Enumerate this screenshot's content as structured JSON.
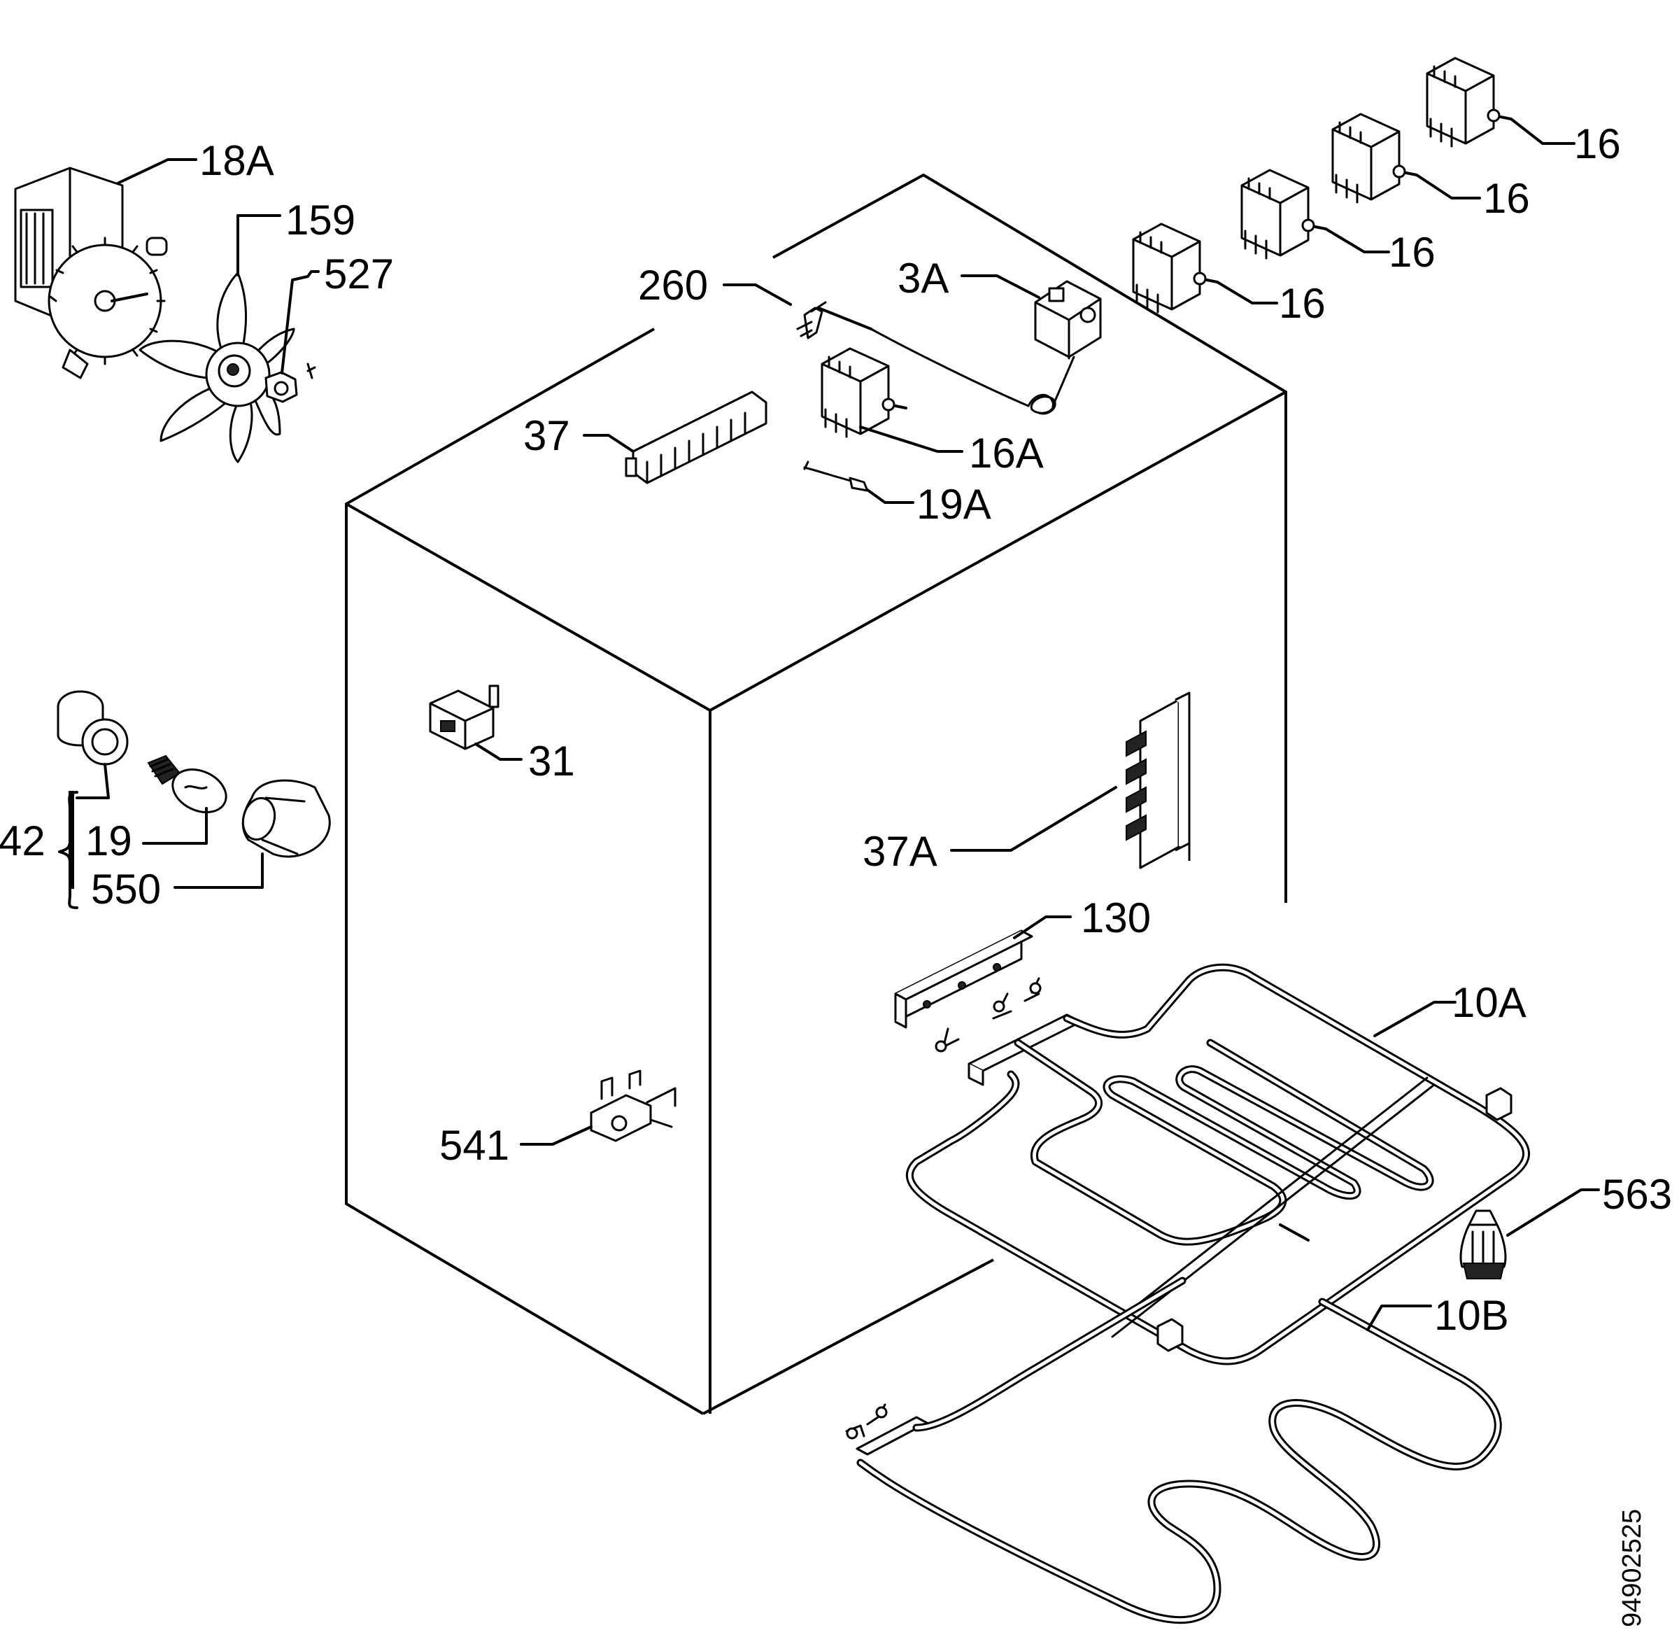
{
  "labels": {
    "l18a": "18A",
    "l159": "159",
    "l527": "527",
    "l260": "260",
    "l3a": "3A",
    "l16_1": "16",
    "l16_2": "16",
    "l16_3": "16",
    "l16_4": "16",
    "l37": "37",
    "l16a": "16A",
    "l19a": "19A",
    "l31": "31",
    "l42": "42",
    "l19": "19",
    "l550": "550",
    "l37a": "37A",
    "l130": "130",
    "l10a": "10A",
    "l563": "563",
    "l10b": "10B",
    "l541": "541"
  },
  "document_code": "94902525",
  "icons": [
    "fan-motor-icon",
    "fan-blade-icon",
    "nut-icon",
    "thermostat-icon",
    "switch-icon",
    "terminal-block-icon",
    "lamp-holder-icon",
    "lamp-bulb-icon",
    "lamp-cover-icon",
    "heating-element-icon",
    "foot-icon",
    "clip-icon",
    "sensor-icon"
  ]
}
